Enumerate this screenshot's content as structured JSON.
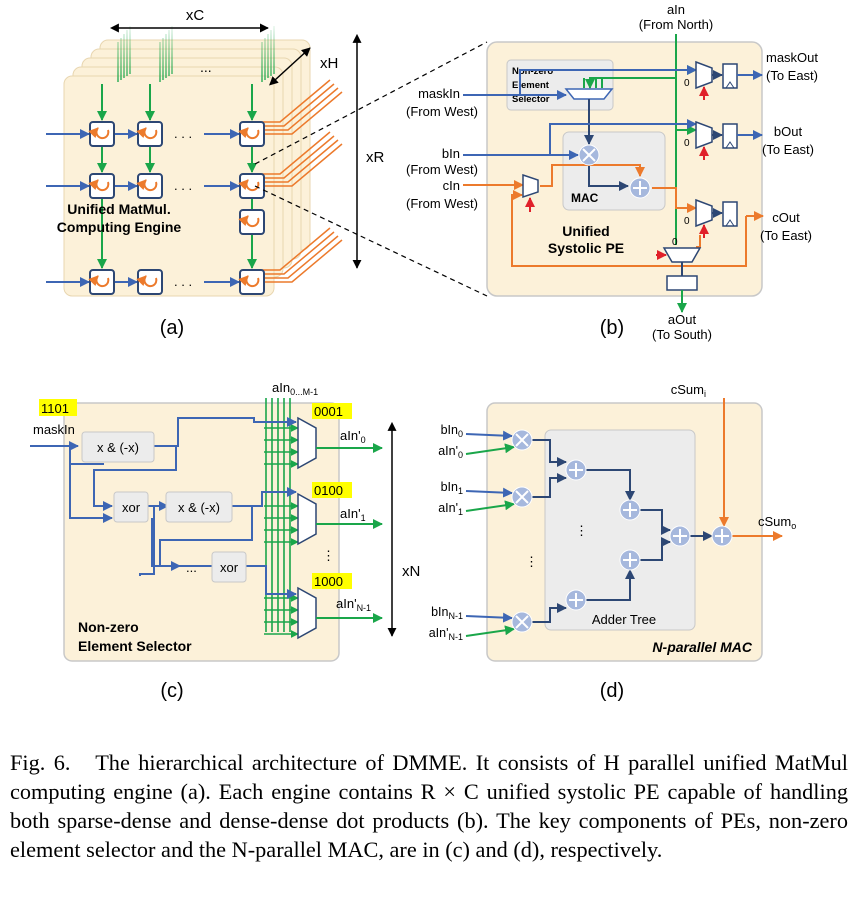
{
  "panel_a": {
    "dim_c": "xC",
    "dim_h": "xH",
    "dim_r": "xR",
    "ellipsis": "...",
    "engine_label_line1": "Unified MatMul.",
    "engine_label_line2": "Computing Engine",
    "caption": "(a)"
  },
  "panel_b": {
    "ain_top": "aIn",
    "ain_top_sub": "(From North)",
    "maskin": "maskIn",
    "maskin_sub": "(From West)",
    "bin": "bIn",
    "bin_sub": "(From West)",
    "cin": "cIn",
    "cin_sub": "(From West)",
    "nz_line1": "Non-zero",
    "nz_line2": "Element",
    "nz_line3": "Selector",
    "mac": "MAC",
    "pe_line1": "Unified",
    "pe_line2": "Systolic PE",
    "maskout": "maskOut",
    "maskout_sub": "(To East)",
    "bout": "bOut",
    "bout_sub": "(To East)",
    "cout": "cOut",
    "cout_sub": "(To East)",
    "aout": "aOut",
    "aout_sub": "(To South)",
    "zero": "0",
    "caption": "(b)"
  },
  "panel_c": {
    "mask_value": "1101",
    "maskin": "maskIn",
    "ain_top": "aIn",
    "ain_top_sub": "0...M-1",
    "op_and": "x & (-x)",
    "op_xor": "xor",
    "ellipsis": "...",
    "out_values": [
      "0001",
      "0100",
      "1000"
    ],
    "out_labels": [
      "aIn'",
      "aIn'",
      "aIn'"
    ],
    "out_subs": [
      "0",
      "1",
      "N-1"
    ],
    "dim_n": "xN",
    "title_line1": "Non-zero",
    "title_line2": "Element Selector",
    "caption": "(c)"
  },
  "panel_d": {
    "csum_in": "cSum",
    "csum_in_sub": "i",
    "csum_out": "cSum",
    "csum_out_sub": "o",
    "b_labels": [
      "bIn",
      "bIn",
      "bIn"
    ],
    "b_subs": [
      "0",
      "1",
      "N-1"
    ],
    "a_labels": [
      "aIn'",
      "aIn'",
      "aIn'"
    ],
    "a_subs": [
      "0",
      "1",
      "N-1"
    ],
    "adder_tree": "Adder Tree",
    "title": "N-parallel MAC",
    "caption": "(d)"
  },
  "caption": {
    "fig_label": "Fig. 6.",
    "text": "The hierarchical architecture of DMME. It consists of H parallel unified MatMul computing engine (a). Each engine contains R × C unified systolic PE capable of handling both sparse-dense and dense-dense dot products (b). The key components of PEs, non-zero element selector and the N-parallel MAC, are in (c) and (d), respectively."
  },
  "colors": {
    "blue": "#3d66b4",
    "orange": "#ec7a2c",
    "green": "#1aa64a",
    "red": "#e0202a",
    "navy": "#2d4774",
    "panel_fill": "#fcf1d9",
    "gray_box": "#ececec",
    "highlight": "#ffff00"
  }
}
